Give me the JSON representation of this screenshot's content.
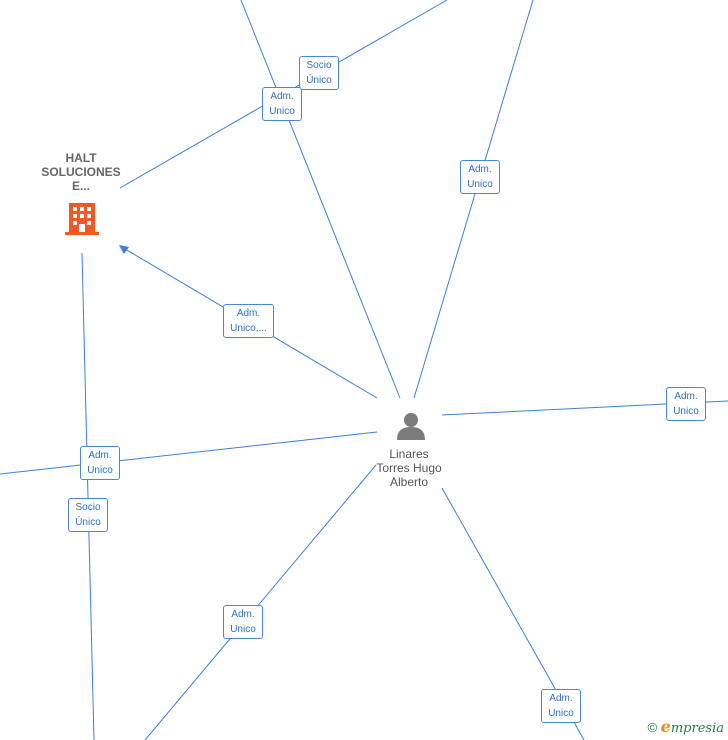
{
  "nodes": {
    "company": {
      "label_lines": [
        "HALT",
        "SOLUCIONES",
        "E..."
      ],
      "color": "#f05a22"
    },
    "person": {
      "label_lines": [
        "Linares",
        "Torres Hugo",
        "Alberto"
      ],
      "color": "#7b7b7b"
    }
  },
  "edges": [
    {
      "id": "e1",
      "label_lines": [
        "Socio",
        "Único"
      ]
    },
    {
      "id": "e2",
      "label_lines": [
        "Adm.",
        "Unico"
      ]
    },
    {
      "id": "e3",
      "label_lines": [
        "Adm.",
        "Unico"
      ]
    },
    {
      "id": "e4",
      "label_lines": [
        "Adm.",
        "Unico,..."
      ]
    },
    {
      "id": "e5",
      "label_lines": [
        "Adm.",
        "Unico"
      ]
    },
    {
      "id": "e6",
      "label_lines": [
        "Adm.",
        "Unico"
      ]
    },
    {
      "id": "e7",
      "label_lines": [
        "Socio",
        "Único"
      ]
    },
    {
      "id": "e8",
      "label_lines": [
        "Adm.",
        "Unico"
      ]
    },
    {
      "id": "e9",
      "label_lines": [
        "Adm.",
        "Unico"
      ]
    }
  ],
  "line_color": "#3d7fd6",
  "footer": {
    "copyright": "©",
    "brand_initial": "e",
    "brand_rest": "mpresia"
  }
}
